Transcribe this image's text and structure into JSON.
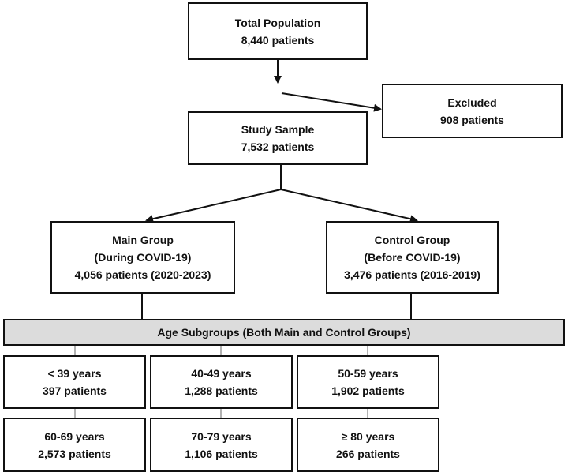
{
  "total": {
    "title": "Total Population",
    "count": "8,440 patients"
  },
  "excluded": {
    "title": "Excluded",
    "count": "908 patients"
  },
  "study": {
    "title": "Study Sample",
    "count": "7,532 patients"
  },
  "main_group": {
    "title": "Main Group",
    "period": "(During COVID-19)",
    "count": "4,056 patients (2020-2023)"
  },
  "control_group": {
    "title": "Control Group",
    "period": "(Before COVID-19)",
    "count": "3,476 patients (2016-2019)"
  },
  "age_banner": "Age Subgroups (Both Main and Control Groups)",
  "age_groups": [
    {
      "range": "< 39 years",
      "count": "397 patients"
    },
    {
      "range": "40-49 years",
      "count": "1,288 patients"
    },
    {
      "range": "50-59 years",
      "count": "1,902 patients"
    },
    {
      "range": "60-69 years",
      "count": "2,573 patients"
    },
    {
      "range": "70-79 years",
      "count": "1,106 patients"
    },
    {
      "range": "≥ 80 years",
      "count": "266 patients"
    }
  ]
}
